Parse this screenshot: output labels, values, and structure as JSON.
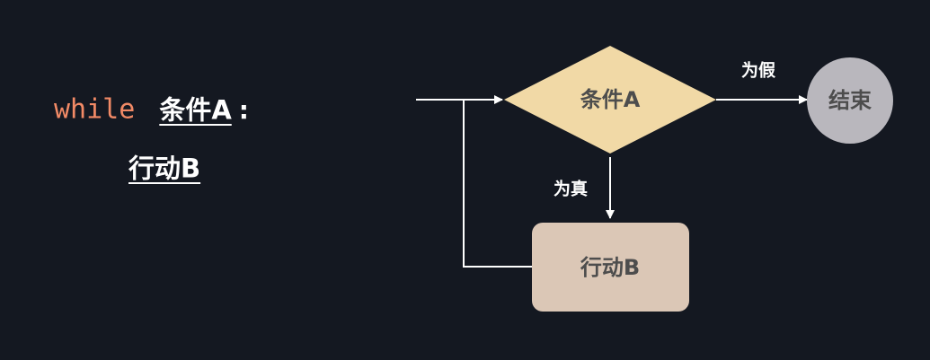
{
  "code": {
    "keyword": "while",
    "condition": "条件A",
    "colon": ":",
    "action": "行动B"
  },
  "flowchart": {
    "decision": "条件A",
    "process": "行动B",
    "terminal": "结束",
    "false_label": "为假",
    "true_label": "为真",
    "colors": {
      "background": "#141821",
      "decision_fill": "#f1d9a6",
      "process_fill": "#dbc7b6",
      "terminal_fill": "#b9b7bd",
      "keyword": "#f28a66",
      "node_text": "#4d4d4d",
      "connector": "#ffffff"
    }
  }
}
